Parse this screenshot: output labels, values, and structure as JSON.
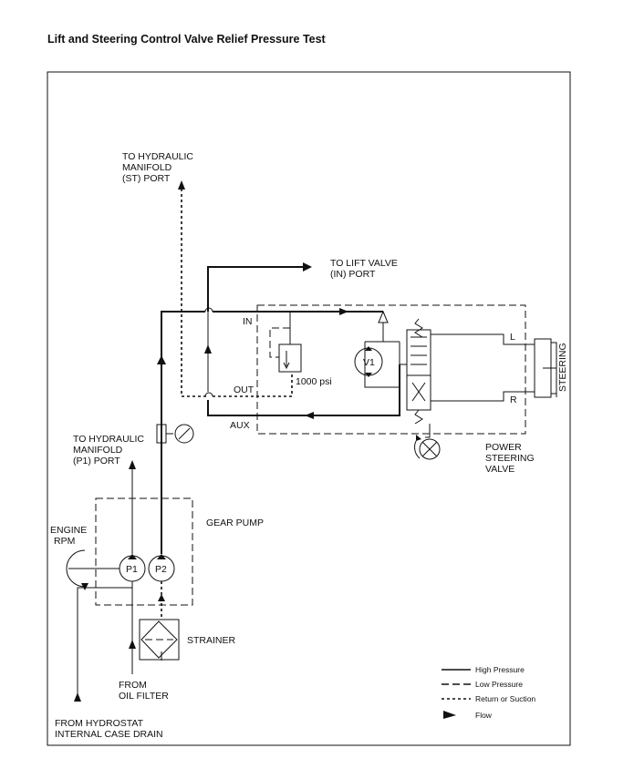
{
  "title": "Lift and Steering Control Valve Relief Pressure Test",
  "labels": {
    "st_port": [
      "TO HYDRAULIC",
      "MANIFOLD",
      "(ST) PORT"
    ],
    "lift_valve": [
      "TO LIFT VALVE",
      "(IN) PORT"
    ],
    "in": "IN",
    "out": "OUT",
    "aux": "AUX",
    "psi": "1000 psi",
    "v1": "V1",
    "l": "L",
    "r": "R",
    "steering": "STEERING",
    "power_steering": [
      "POWER",
      "STEERING",
      "VALVE"
    ],
    "p1_port": [
      "TO HYDRAULIC",
      "MANIFOLD",
      "(P1) PORT"
    ],
    "gear_pump": "GEAR PUMP",
    "engine_rpm": [
      "ENGINE",
      "RPM"
    ],
    "p1": "P1",
    "p2": "P2",
    "strainer": "STRAINER",
    "from_oil_filter": [
      "FROM",
      "OIL FILTER"
    ],
    "from_hydrostat": [
      "FROM HYDROSTAT",
      "INTERNAL CASE DRAIN"
    ]
  },
  "legend": {
    "high_pressure": "High  Pressure",
    "low_pressure": "Low  Pressure",
    "return_suction": "Return or Suction",
    "flow": "Flow"
  }
}
